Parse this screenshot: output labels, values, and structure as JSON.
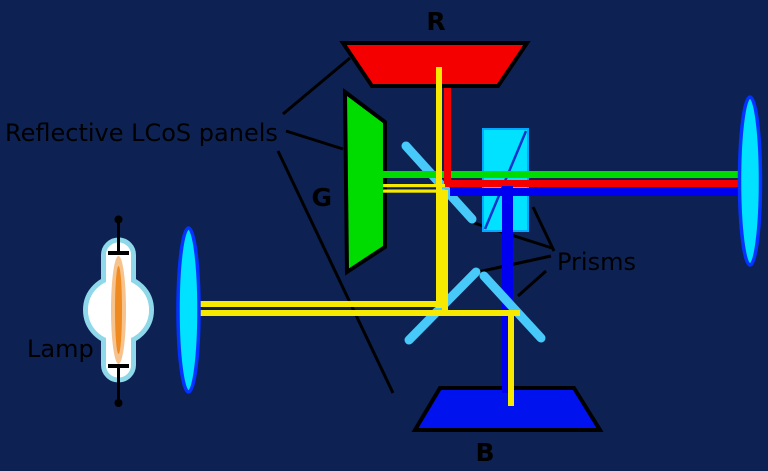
{
  "diagram": {
    "labels": {
      "panels_caption": "Reflective LCoS panels",
      "prisms_caption": "Prisms",
      "lamp_caption": "Lamp",
      "red_panel": "R",
      "green_panel": "G",
      "blue_panel": "B"
    },
    "colors": {
      "background": "#0d2152",
      "panel_red": "#f50000",
      "panel_green": "#00dc00",
      "panel_blue": "#0013ee",
      "beam_green": "#00dc00",
      "beam_red": "#f50000",
      "beam_blue": "#0000f0",
      "beam_yellow": "#f7e900",
      "prism_fill": "#00e2ff",
      "prism_edge": "#00a8ff",
      "prism_diagonal": "#1133cc",
      "lens_fill": "#00e2ff",
      "lens_edge": "#0433ff",
      "splitter": "#47c9f9",
      "outline": "#000000",
      "bulb_fill": "#ffffff",
      "bulb_edge": "#8fd8ea",
      "filament_outer": "#f6c28e",
      "filament_inner": "#ee8a20",
      "electrode": "#000000",
      "label_text": "#000000"
    }
  }
}
